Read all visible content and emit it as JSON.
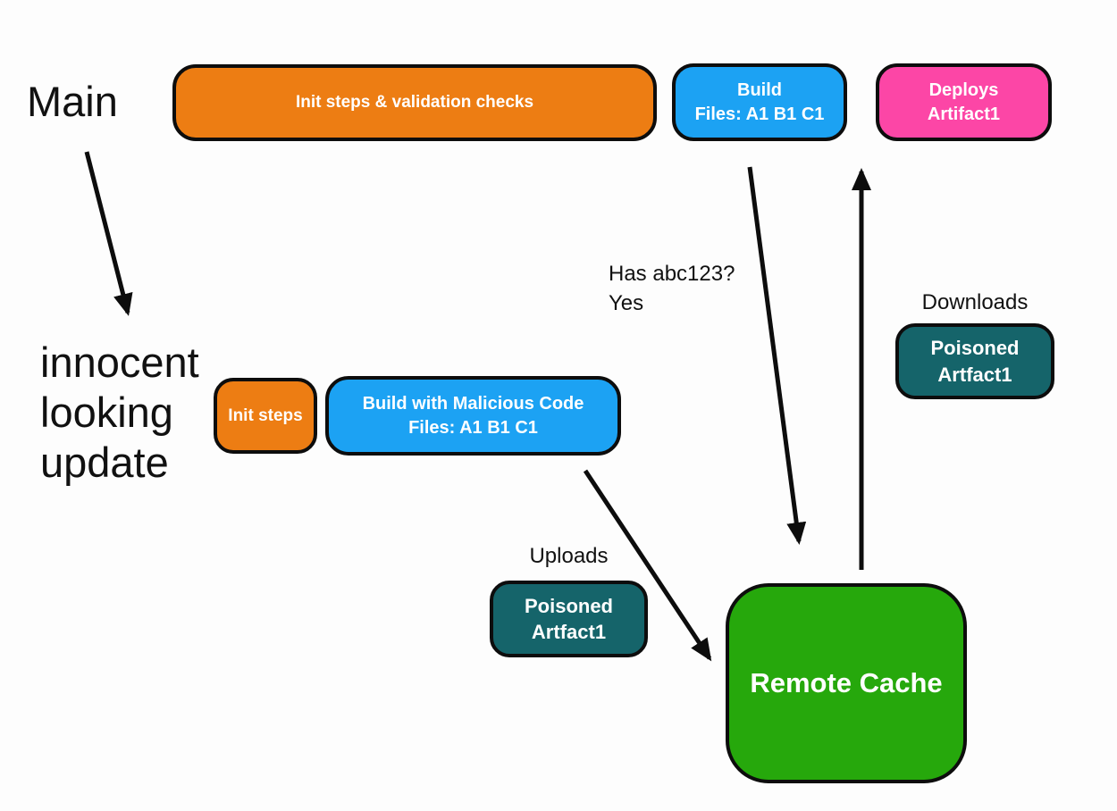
{
  "diagram": {
    "title_hint": "build cache poisoning flow",
    "colors": {
      "orange": "#ED7D13",
      "blue": "#1CA2F3",
      "pink": "#FC46A6",
      "teal": "#15646A",
      "green": "#26A80C",
      "ink": "#0d0d0d",
      "background": "#fdfdfd"
    },
    "labels": {
      "main": "Main",
      "innocent_update": {
        "line1": "innocent",
        "line2": "looking",
        "line3": "update"
      }
    },
    "nodes": {
      "init_validation": {
        "label": "Init steps & validation checks"
      },
      "build": {
        "line1": "Build",
        "line2": "Files: A1 B1 C1"
      },
      "deploys": {
        "line1": "Deploys",
        "line2": "Artifact1"
      },
      "init_steps": {
        "label": "Init steps"
      },
      "malicious_build": {
        "line1": "Build with Malicious Code",
        "line2": "Files: A1 B1 C1"
      },
      "poisoned_upload": {
        "line1": "Poisoned",
        "line2": "Artfact1"
      },
      "poisoned_download": {
        "line1": "Poisoned",
        "line2": "Artfact1"
      },
      "remote_cache": {
        "label": "Remote Cache"
      }
    },
    "annotations": {
      "has_hash": {
        "line1": "Has abc123?",
        "line2": "Yes"
      },
      "downloads": "Downloads",
      "uploads": "Uploads"
    }
  }
}
